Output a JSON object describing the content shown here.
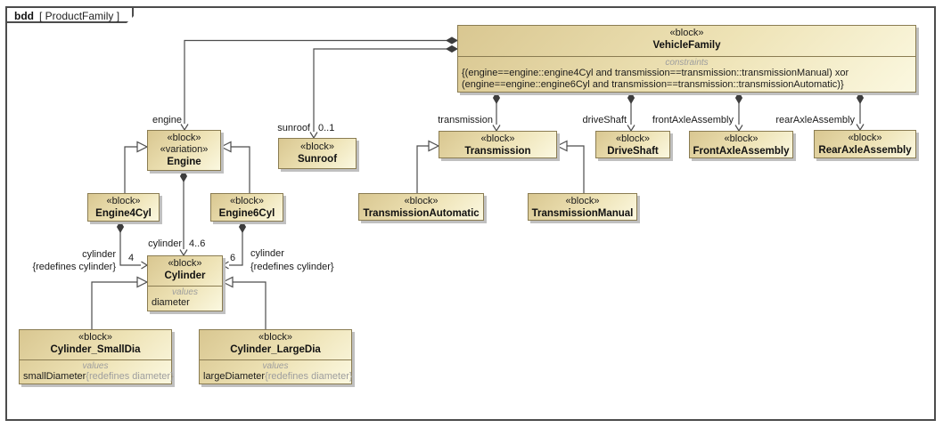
{
  "frame": {
    "keyword": "bdd",
    "title": "[ ProductFamily ]"
  },
  "colors": {
    "block_fill_start": "#d9c791",
    "block_fill_end": "#fbf8e0",
    "block_border": "#8a7c52",
    "connector_line": "#4d4d4d",
    "muted_text": "#9e9e9e",
    "frame_border": "#4c4c4c"
  },
  "blocks": {
    "vehicleFamily": {
      "stereotype": "«block»",
      "name": "VehicleFamily",
      "constraints_label": "constraints",
      "constraint1": "{(engine==engine::engine4Cyl and transmission==transmission::transmissionManual) xor",
      "constraint2": "(engine==engine::engine6Cyl and transmission==transmission::transmissionAutomatic)}"
    },
    "engine": {
      "stereotype": "«block»",
      "stereotype2": "«variation»",
      "name": "Engine"
    },
    "engine4Cyl": {
      "stereotype": "«block»",
      "name": "Engine4Cyl"
    },
    "engine6Cyl": {
      "stereotype": "«block»",
      "name": "Engine6Cyl"
    },
    "sunroof": {
      "stereotype": "«block»",
      "name": "Sunroof"
    },
    "transmission": {
      "stereotype": "«block»",
      "name": "Transmission"
    },
    "transmissionAutomatic": {
      "stereotype": "«block»",
      "name": "TransmissionAutomatic"
    },
    "transmissionManual": {
      "stereotype": "«block»",
      "name": "TransmissionManual"
    },
    "driveShaft": {
      "stereotype": "«block»",
      "name": "DriveShaft"
    },
    "frontAxleAssembly": {
      "stereotype": "«block»",
      "name": "FrontAxleAssembly"
    },
    "rearAxleAssembly": {
      "stereotype": "«block»",
      "name": "RearAxleAssembly"
    },
    "cylinder": {
      "stereotype": "«block»",
      "name": "Cylinder",
      "values_label": "values",
      "value1": "diameter"
    },
    "cylinderSmallDia": {
      "stereotype": "«block»",
      "name": "Cylinder_SmallDia",
      "values_label": "values",
      "value_name": "smallDiameter",
      "value_redefine": "{redefines diameter}"
    },
    "cylinderLargeDia": {
      "stereotype": "«block»",
      "name": "Cylinder_LargeDia",
      "values_label": "values",
      "value_name": "largeDiameter",
      "value_redefine": "{redefines diameter}"
    }
  },
  "edge_labels": {
    "engine": "engine",
    "sunroof": "sunroof",
    "sunroof_mult": "0..1",
    "transmission": "transmission",
    "driveShaft": "driveShaft",
    "frontAxleAssembly": "frontAxleAssembly",
    "rearAxleAssembly": "rearAxleAssembly",
    "cylinder_top": "cylinder",
    "cylinder_top_mult": "4..6",
    "mult_4": "4",
    "mult_6": "6",
    "cylinder_left": "cylinder",
    "cylinder_left_redefines": "{redefines cylinder}",
    "cylinder_right": "cylinder",
    "cylinder_right_redefines": "{redefines cylinder}"
  }
}
